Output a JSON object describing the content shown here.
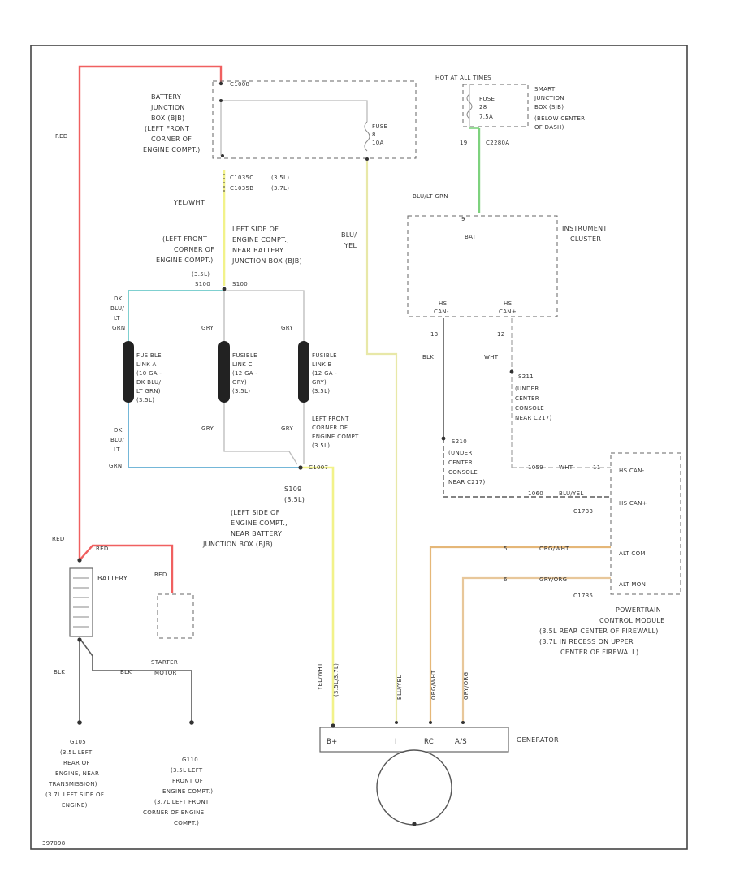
{
  "colors": {
    "red": "#f06060",
    "yellow": "#f2f28a",
    "green": "#7ed27e",
    "teal": "#7fd0d0",
    "orange": "#e5b778",
    "peach": "#e8c79a",
    "black": "#555555",
    "gray": "#bbbbbb"
  },
  "labels": {
    "c1008": "C1008",
    "bjb": [
      "BATTERY",
      "JUNCTION",
      "BOX (BJB)",
      "(LEFT FRONT",
      "CORNER OF",
      "ENGINE COMPT.)"
    ],
    "fuse_b": [
      "FUSE",
      "8",
      "10A"
    ],
    "c103": [
      "C1035C",
      "C1035B"
    ],
    "c103_var": [
      "(3.5L)",
      "(3.7L)"
    ],
    "ye_wt_top": "YEL/WHT",
    "left_side_top": [
      "LEFT SIDE OF",
      "ENGINE COMPT.,",
      "NEAR BATTERY",
      "JUNCTION BOX (BJB)"
    ],
    "left_front_top": [
      "(LEFT FRONT",
      "CORNER OF",
      "ENGINE COMPT.)"
    ],
    "s100_top": "(3.5L)",
    "s100_top2": "S100",
    "s100_top3": "S100",
    "blu_yel": [
      "BLU/",
      "YEL"
    ],
    "hot_at_all": "HOT AT ALL TIMES",
    "sjb_fuse": [
      "FUSE",
      "28",
      "7.5A"
    ],
    "sjb": [
      "SMART",
      "JUNCTION",
      "BOX (SJB)",
      "(BELOW CENTER",
      "OF DASH)"
    ],
    "c2280a": "C2280A",
    "c2280a_pin": "19",
    "blu_org": "BLU/LT GRN",
    "ipc_pin_top": "9",
    "ipc_bat": "BAT",
    "ipc": [
      "INSTRUMENT",
      "CLUSTER"
    ],
    "hs_can_l": [
      "HS",
      "CAN-"
    ],
    "hs_can_h": [
      "HS",
      "CAN+"
    ],
    "pin_l": "13",
    "pin_h": "12",
    "blk": "BLK",
    "wht": "WHT",
    "s211": [
      "S211",
      "(UNDER",
      "CENTER",
      "CONSOLE",
      "NEAR C217)"
    ],
    "s210": [
      "S210",
      "(UNDER",
      "CENTER",
      "CONSOLE",
      "NEAR C217)"
    ],
    "dk_blu_lt_grn": [
      "DK",
      "BLU/",
      "LT",
      "GRN"
    ],
    "gry_a": "GRY",
    "gry_b": "GRY",
    "fl_a": [
      "FUSIBLE",
      "LINK A",
      "(10 GA -",
      "DK BLU/",
      "LT GRN)",
      "(3.5L)"
    ],
    "fl_c": [
      "FUSIBLE",
      "LINK C",
      "(12 GA -",
      "GRY)",
      "(3.5L)"
    ],
    "fl_b": [
      "FUSIBLE",
      "LINK B",
      "(12 GA -",
      "GRY)",
      "(3.5L)"
    ],
    "left_front_mid": [
      "LEFT FRONT",
      "CORNER OF",
      "ENGINE COMPT.",
      "(3.5L)"
    ],
    "c1007": "C1007",
    "s109": [
      "S109",
      "(3.5L)",
      "(LEFT SIDE OF",
      "ENGINE COMPT.,",
      "NEAR BATTERY",
      "JUNCTION BOX (BJB)"
    ],
    "red_a": "RED",
    "red_b": "RED",
    "red_c": "RED",
    "red_d": "RED",
    "battery": "BATTERY",
    "starter": [
      "STARTER",
      "MOTOR"
    ],
    "blk_a": "BLK",
    "blk_b": "BLK",
    "pcm_can_lo": [
      "1059",
      "WHT",
      "11"
    ],
    "pcm_can_hi": [
      "1060",
      "BLU/YEL",
      "C1733"
    ],
    "pcm_pins": [
      "HS CAN-",
      "HS CAN+",
      "ALT COM",
      "ALT MON"
    ],
    "alt_com_wire": [
      "5",
      "ORG/WHT"
    ],
    "alt_mon_wire": [
      "6",
      "GRY/ORG"
    ],
    "c1733": "C1733",
    "c1735": "C1735",
    "pcm": [
      "POWERTRAIN",
      "CONTROL MODULE",
      "(3.5L REAR CENTER OF FIREWALL)",
      "(3.7L IN RECESS ON UPPER",
      "CENTER OF FIREWALL)"
    ],
    "yel_wht_vert": [
      "YEL/WHT",
      "(3.5L/3.7L)"
    ],
    "blu_yel_vert": "BLU/YEL",
    "org_wht_vert": "ORG/WHT",
    "gry_org_vert": "GRY/ORG",
    "generator": "GENERATOR",
    "gen_pins": [
      "B+",
      "I",
      "RC",
      "A/S"
    ],
    "g105": [
      "G105",
      "(3.5L LEFT",
      "REAR OF",
      "ENGINE, NEAR",
      "TRANSMISSION)",
      "(3.7L LEFT SIDE OF",
      "ENGINE)"
    ],
    "g110": [
      "G110",
      "(3.5L LEFT",
      "FRONT OF",
      "ENGINE COMPT.)",
      "(3.7L LEFT FRONT",
      "CORNER OF ENGINE",
      "COMPT.)"
    ],
    "fig_id": "397098"
  }
}
